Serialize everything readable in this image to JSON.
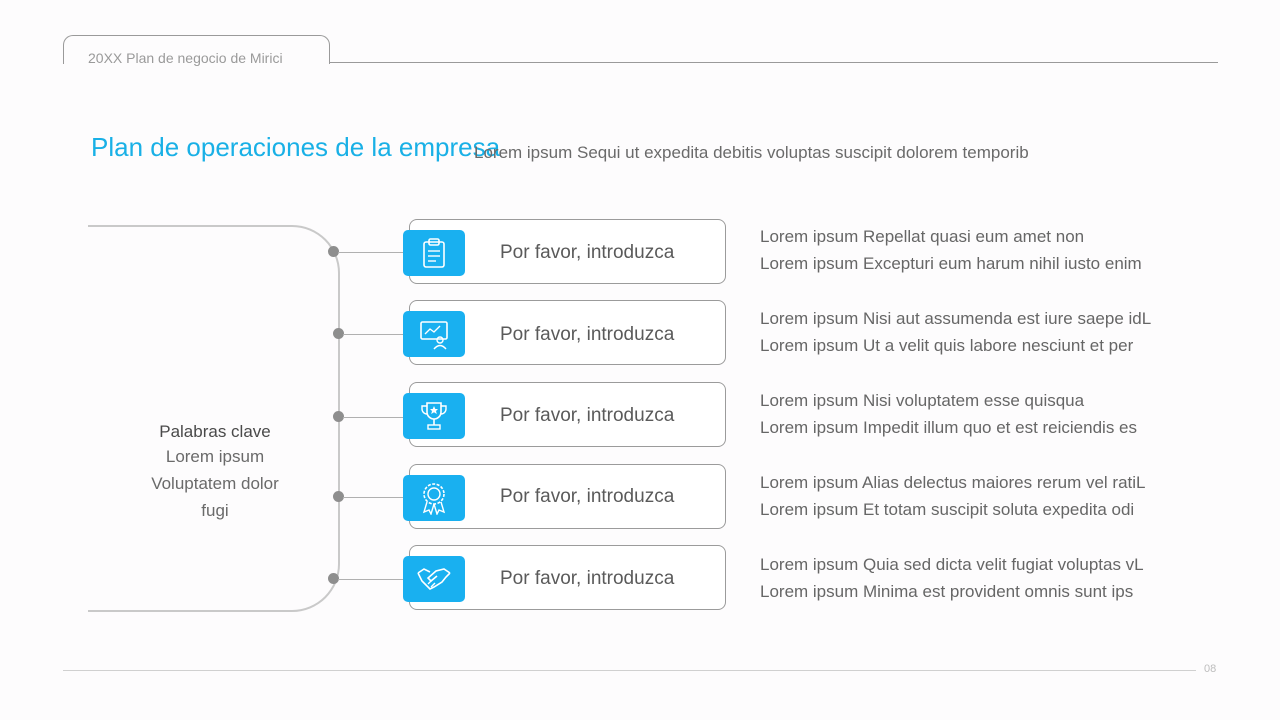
{
  "header": {
    "tab_text": "20XX Plan de negocio de Mirici"
  },
  "title": "Plan de operaciones de la empresa",
  "subtitle": "Lorem ipsum Sequi ut expedita debitis voluptas suscipit dolorem temporib",
  "keywords": {
    "title": "Palabras clave",
    "lines": [
      "Lorem ipsum",
      "Voluptatem dolor",
      "fugi"
    ]
  },
  "rows": [
    {
      "icon": "clipboard-icon",
      "label": "Por favor, introduzca",
      "desc": [
        "Lorem ipsum Repellat quasi eum amet non",
        "Lorem ipsum Excepturi eum harum nihil iusto enim"
      ]
    },
    {
      "icon": "presentation-icon",
      "label": "Por favor, introduzca",
      "desc": [
        "Lorem ipsum Nisi aut assumenda est iure saepe idL",
        "Lorem ipsum Ut a velit quis labore nesciunt et per"
      ]
    },
    {
      "icon": "trophy-icon",
      "label": "Por favor, introduzca",
      "desc": [
        "Lorem ipsum Nisi voluptatem esse quisqua",
        "Lorem ipsum Impedit illum quo et est reiciendis es"
      ]
    },
    {
      "icon": "award-badge-icon",
      "label": "Por favor, introduzca",
      "desc": [
        "Lorem ipsum Alias delectus maiores rerum vel ratiL",
        "Lorem ipsum Et totam suscipit soluta expedita odi"
      ]
    },
    {
      "icon": "handshake-icon",
      "label": "Por favor, introduzca",
      "desc": [
        "Lorem ipsum Quia sed dicta velit fugiat voluptas vL",
        "Lorem ipsum Minima est provident omnis sunt ips"
      ]
    }
  ],
  "footer": {
    "page_number": "08"
  },
  "colors": {
    "accent": "#19b0e6",
    "icon_bg": "#19b0f0",
    "line": "#c9c9c9"
  }
}
